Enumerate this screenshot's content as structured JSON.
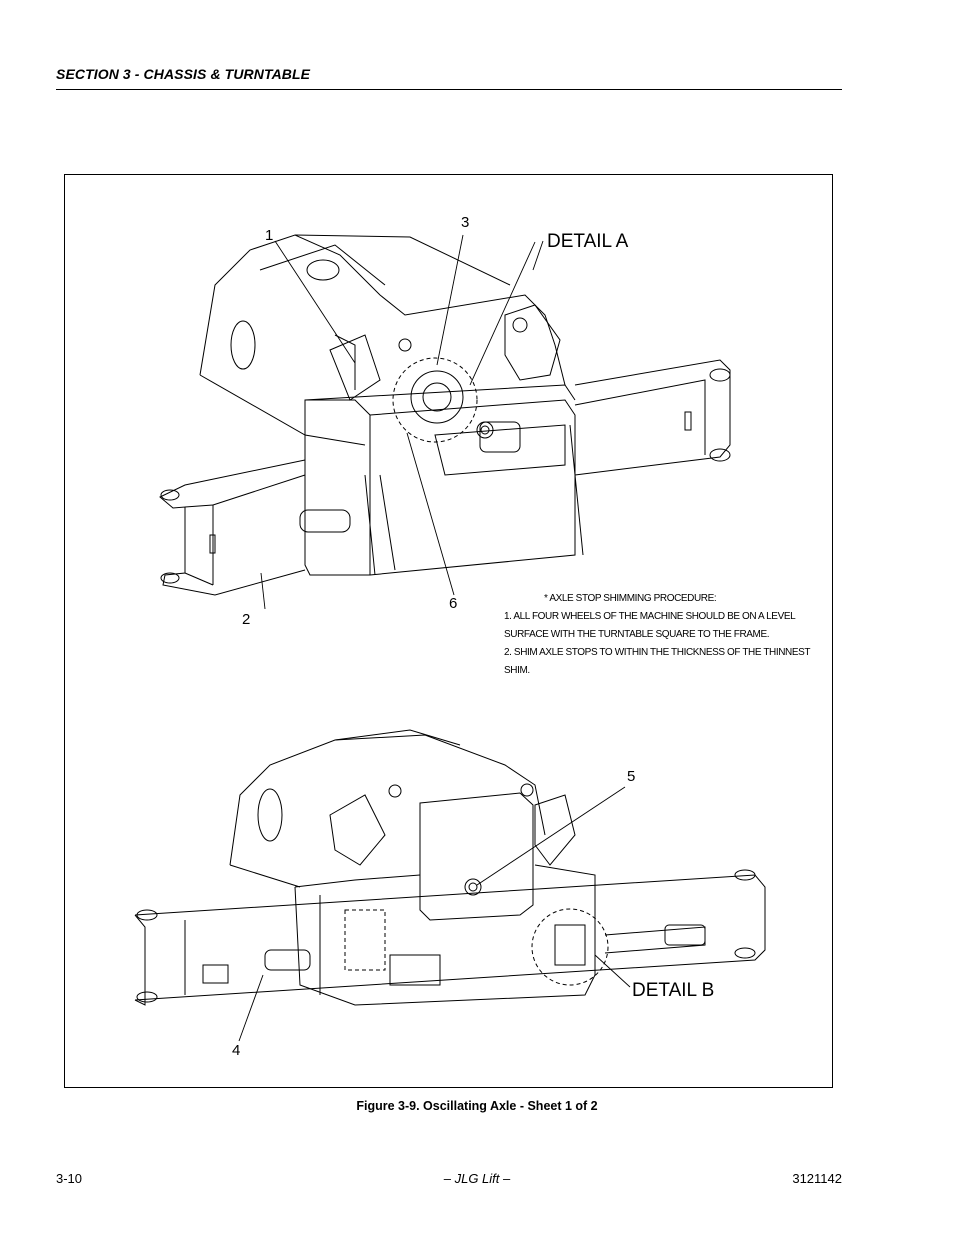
{
  "header": {
    "section_title": "SECTION 3 - CHASSIS & TURNTABLE"
  },
  "figure": {
    "callouts": [
      "1",
      "2",
      "3",
      "4",
      "5",
      "6"
    ],
    "detail_labels": {
      "a": "DETAIL A",
      "b": "DETAIL B"
    },
    "note": {
      "title": "* AXLE STOP SHIMMING PROCEDURE:",
      "line1": "1.        ALL FOUR WHEELS OF THE MACHINE SHOULD    BE ON A LEVEL",
      "line2": "SURFACE WITH THE TURNTABLE SQUARE TO THE FRAME.",
      "line3": "2.        SHIM AXLE STOPS TO WITHIN THE THICKNESS OF THE THINNEST",
      "line4": "SHIM."
    },
    "caption": "Figure 3-9.  Oscillating Axle - Sheet 1 of 2"
  },
  "footer": {
    "page_number": "3-10",
    "publisher": "– JLG Lift –",
    "doc_number": "3121142"
  }
}
